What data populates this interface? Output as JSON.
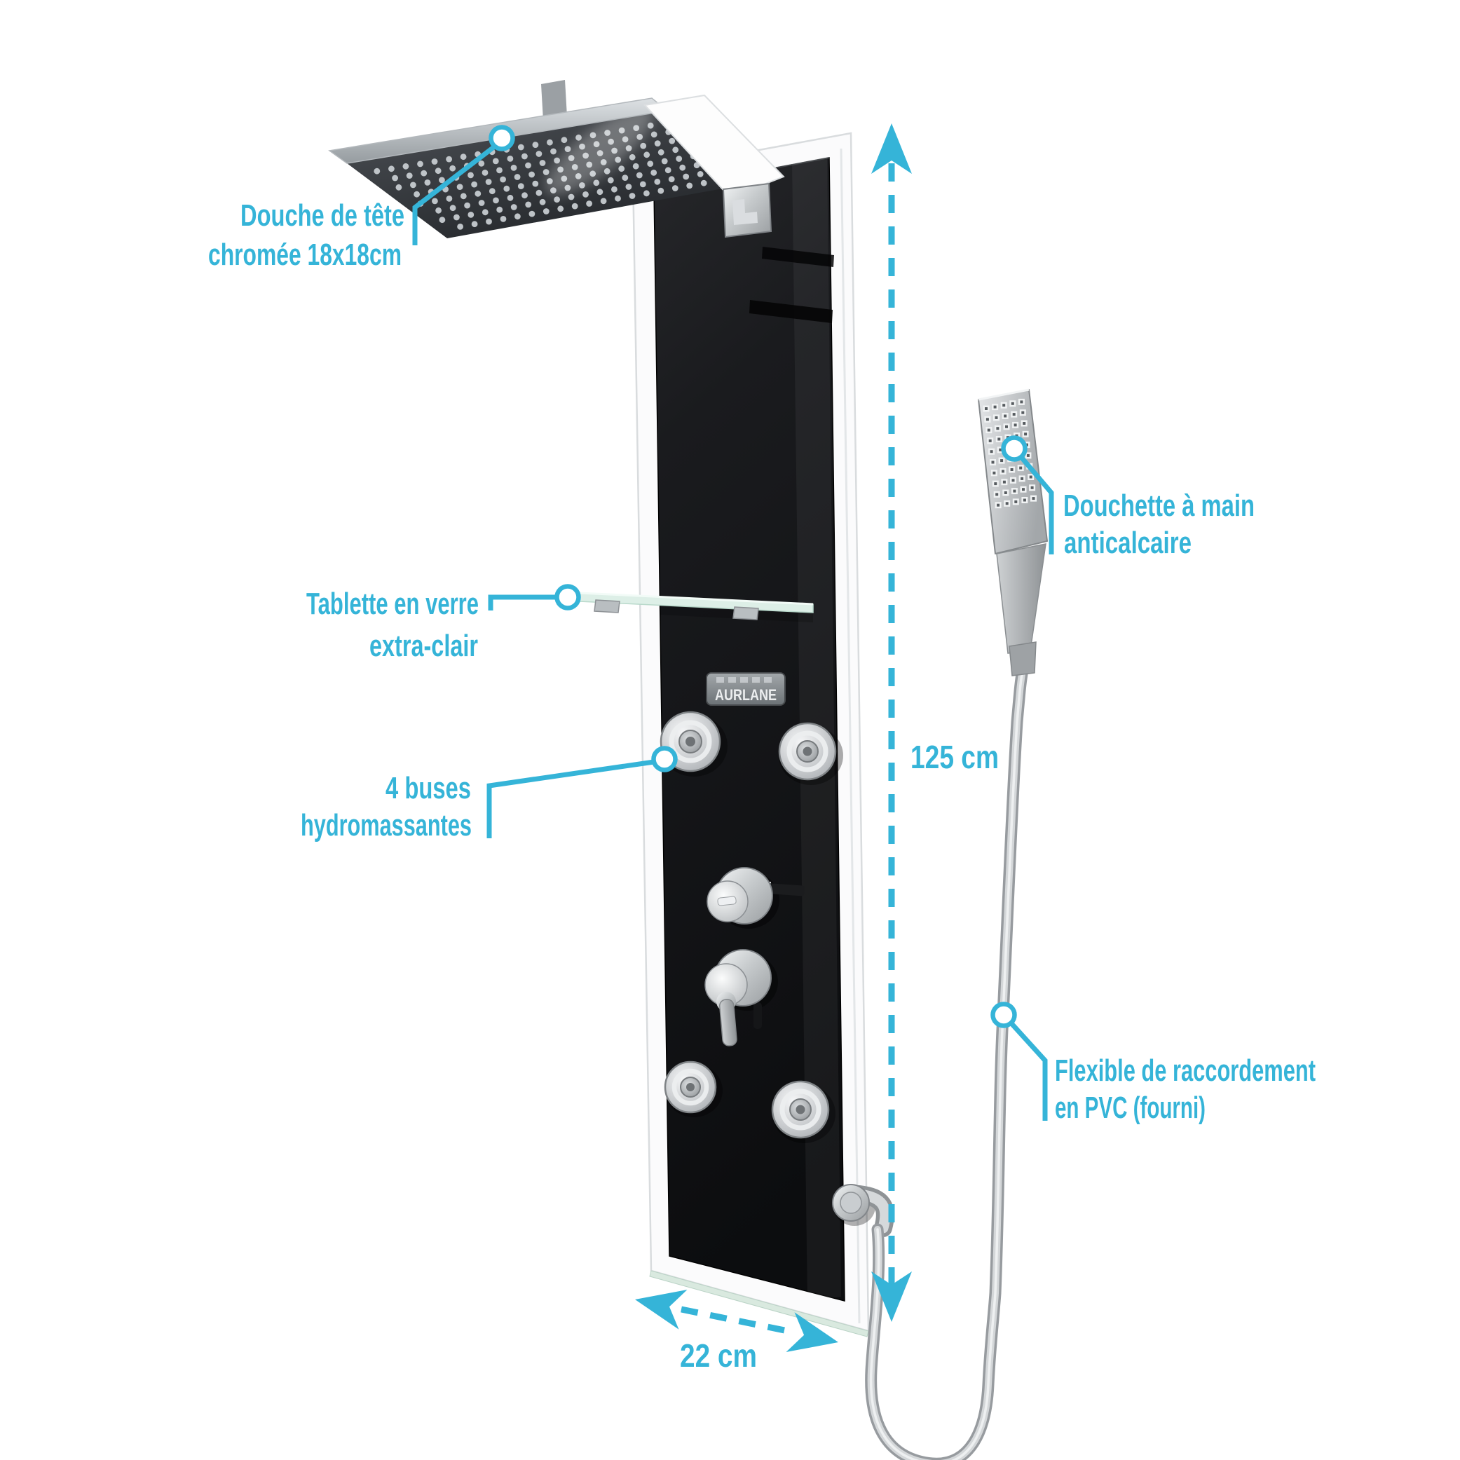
{
  "accent_color": "#35b4d8",
  "background_color": "#ffffff",
  "product": {
    "brand_plate": "AURLANE"
  },
  "callouts": {
    "head": {
      "line1": "Douche de tête",
      "line2": "chromée 18x18cm"
    },
    "shelf": {
      "line1": "Tablette en verre",
      "line2": "extra-clair"
    },
    "jets": {
      "line1": "4 buses",
      "line2": "hydromassantes"
    },
    "hand_shower": {
      "line1": "Douchette à main",
      "line2": "anticalcaire"
    },
    "hose": {
      "line1": "Flexible de raccordement",
      "line2": "en PVC (fourni)"
    }
  },
  "dimensions": {
    "height_label": "125 cm",
    "width_label": "22 cm"
  }
}
